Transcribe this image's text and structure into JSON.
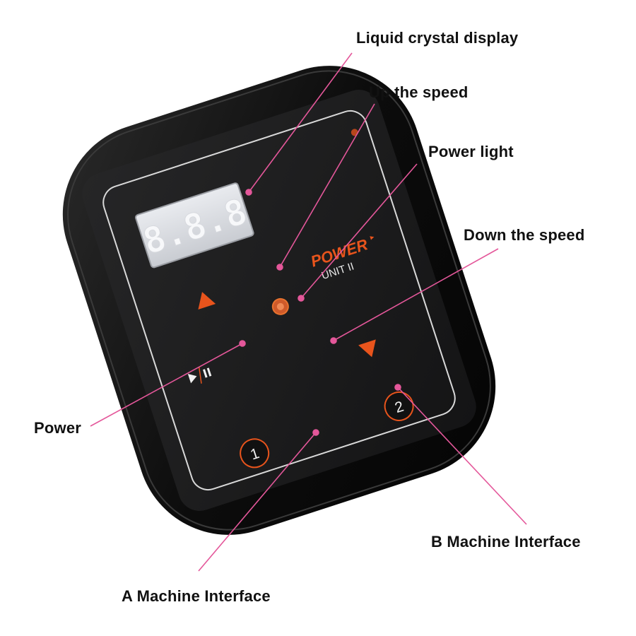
{
  "callouts": {
    "lcd": "Liquid crystal display",
    "up_speed": "Up the speed",
    "power_light": "Power light",
    "down_speed": "Down the speed",
    "power": "Power",
    "b_interface": "B Machine Interface",
    "a_interface": "A Machine Interface"
  },
  "device": {
    "brand": "POWER",
    "model": "UNIT II",
    "lcd_digits": "8.8.8",
    "port_a": "1",
    "port_b": "2"
  },
  "colors": {
    "leader_line": "#e4579a",
    "accent_orange": "#e8541c",
    "body": "#0b0b0b",
    "panel": "#1c1c1d"
  }
}
